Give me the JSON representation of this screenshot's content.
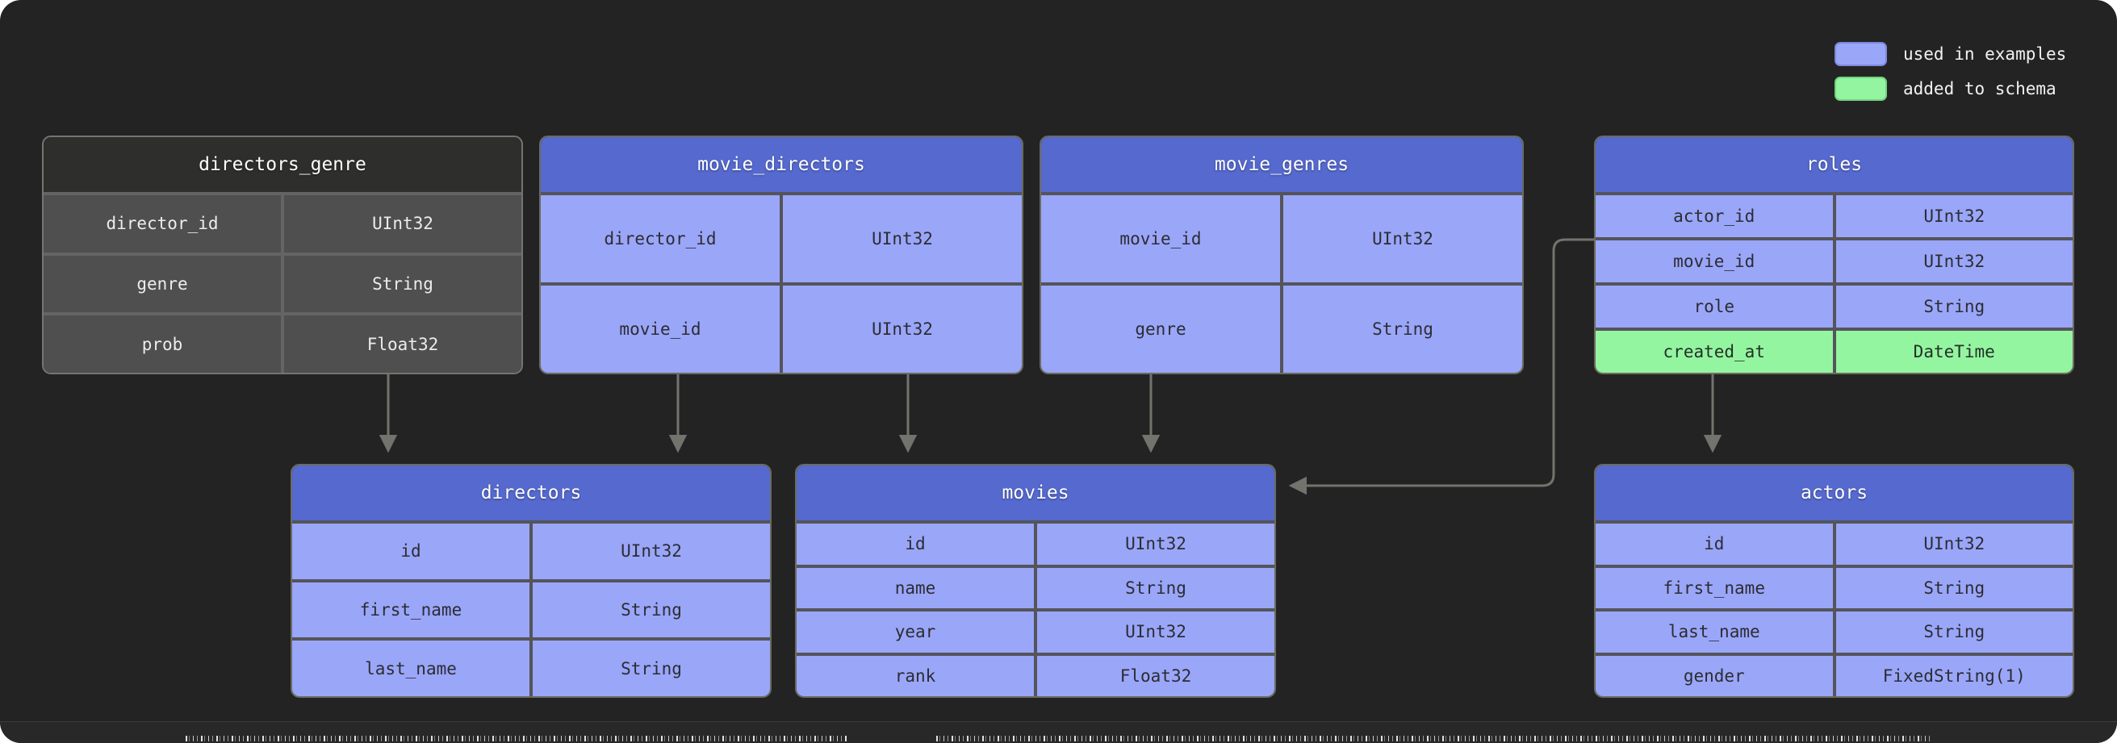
{
  "legend": {
    "items": [
      {
        "id": "used-in-examples",
        "label": "used in examples",
        "color": "#9aa6f8"
      },
      {
        "id": "added-to-schema",
        "label": "added to schema",
        "color": "#94f5a0"
      }
    ]
  },
  "colors": {
    "panel_background": "#232323",
    "table_header_blue": "#5569ce",
    "row_blue": "#9aa6f8",
    "row_green": "#94f5a0",
    "table_gray_header": "#2e2e2d",
    "table_gray_row": "#4f4f4f",
    "connector": "#73736d"
  },
  "tables": {
    "directors_genre": {
      "title": "directors_genre",
      "style": "gray",
      "rows": [
        {
          "name": "director_id",
          "type": "UInt32"
        },
        {
          "name": "genre",
          "type": "String"
        },
        {
          "name": "prob",
          "type": "Float32"
        }
      ]
    },
    "movie_directors": {
      "title": "movie_directors",
      "style": "blue",
      "rows": [
        {
          "name": "director_id",
          "type": "UInt32"
        },
        {
          "name": "movie_id",
          "type": "UInt32"
        }
      ]
    },
    "movie_genres": {
      "title": "movie_genres",
      "style": "blue",
      "rows": [
        {
          "name": "movie_id",
          "type": "UInt32"
        },
        {
          "name": "genre",
          "type": "String"
        }
      ]
    },
    "roles": {
      "title": "roles",
      "style": "blue",
      "rows": [
        {
          "name": "actor_id",
          "type": "UInt32"
        },
        {
          "name": "movie_id",
          "type": "UInt32"
        },
        {
          "name": "role",
          "type": "String"
        },
        {
          "name": "created_at",
          "type": "DateTime",
          "status": "added_to_schema"
        }
      ]
    },
    "directors": {
      "title": "directors",
      "style": "blue",
      "rows": [
        {
          "name": "id",
          "type": "UInt32"
        },
        {
          "name": "first_name",
          "type": "String"
        },
        {
          "name": "last_name",
          "type": "String"
        }
      ]
    },
    "movies": {
      "title": "movies",
      "style": "blue",
      "rows": [
        {
          "name": "id",
          "type": "UInt32"
        },
        {
          "name": "name",
          "type": "String"
        },
        {
          "name": "year",
          "type": "UInt32"
        },
        {
          "name": "rank",
          "type": "Float32"
        }
      ]
    },
    "actors": {
      "title": "actors",
      "style": "blue",
      "rows": [
        {
          "name": "id",
          "type": "UInt32"
        },
        {
          "name": "first_name",
          "type": "String"
        },
        {
          "name": "last_name",
          "type": "String"
        },
        {
          "name": "gender",
          "type": "FixedString(1)"
        }
      ]
    }
  }
}
